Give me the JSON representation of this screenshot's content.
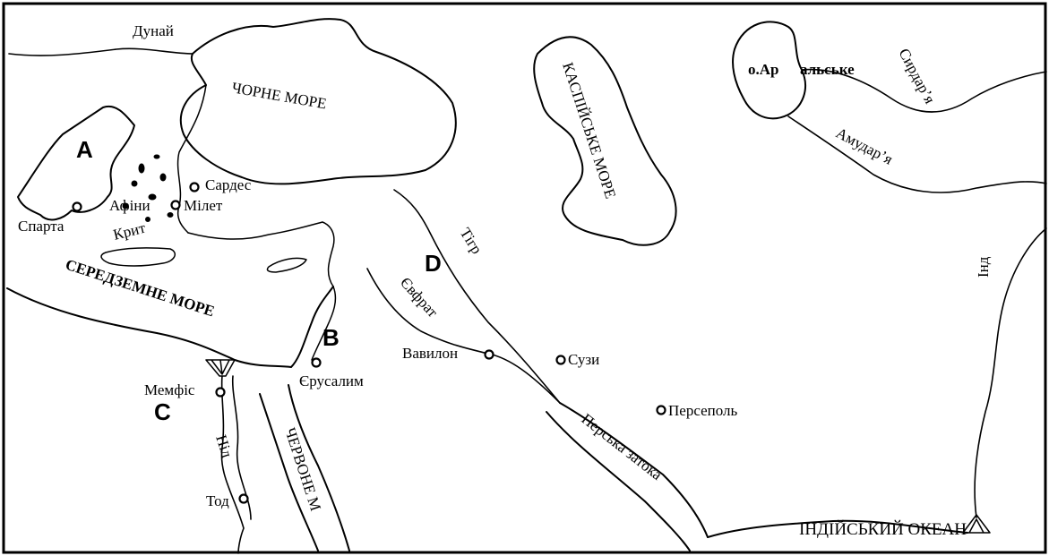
{
  "border_color": "#000000",
  "seas": {
    "black_sea": "ЧОРНЕ МОРЕ",
    "caspian_sea": "КАСПІЙСЬКЕ МОРЕ",
    "mediterranean_sea": "СЕРЕДЗЕМНЕ МОРЕ",
    "red_sea": "ЧЕРВОНЕ М",
    "persian_gulf": "Перська затока",
    "indian_ocean": "ІНДІЙСЬКИЙ  ОКЕАН",
    "aral_lake_part1": "о.Ар",
    "aral_lake_part2": "альське"
  },
  "rivers": {
    "danube": "Дунай",
    "syr_darya": "Сирдар’я",
    "amu_darya": "Амудар’я",
    "tigris": "Тігр",
    "euphrates": "Євфрат",
    "nile": "Ніл",
    "indus": "Інд"
  },
  "islands": {
    "crete": "Крит"
  },
  "cities": {
    "sardis": "Сардес",
    "athens": "Афіни",
    "miletus": "Мілет",
    "sparta": "Спарта",
    "babylon": "Вавилон",
    "susa": "Сузи",
    "persepolis": "Персеполь",
    "jerusalem": "Єрусалим",
    "memphis": "Мемфіс",
    "thebes": "Тод"
  },
  "regions": {
    "a": "A",
    "b": "B",
    "c": "C",
    "d": "D"
  }
}
